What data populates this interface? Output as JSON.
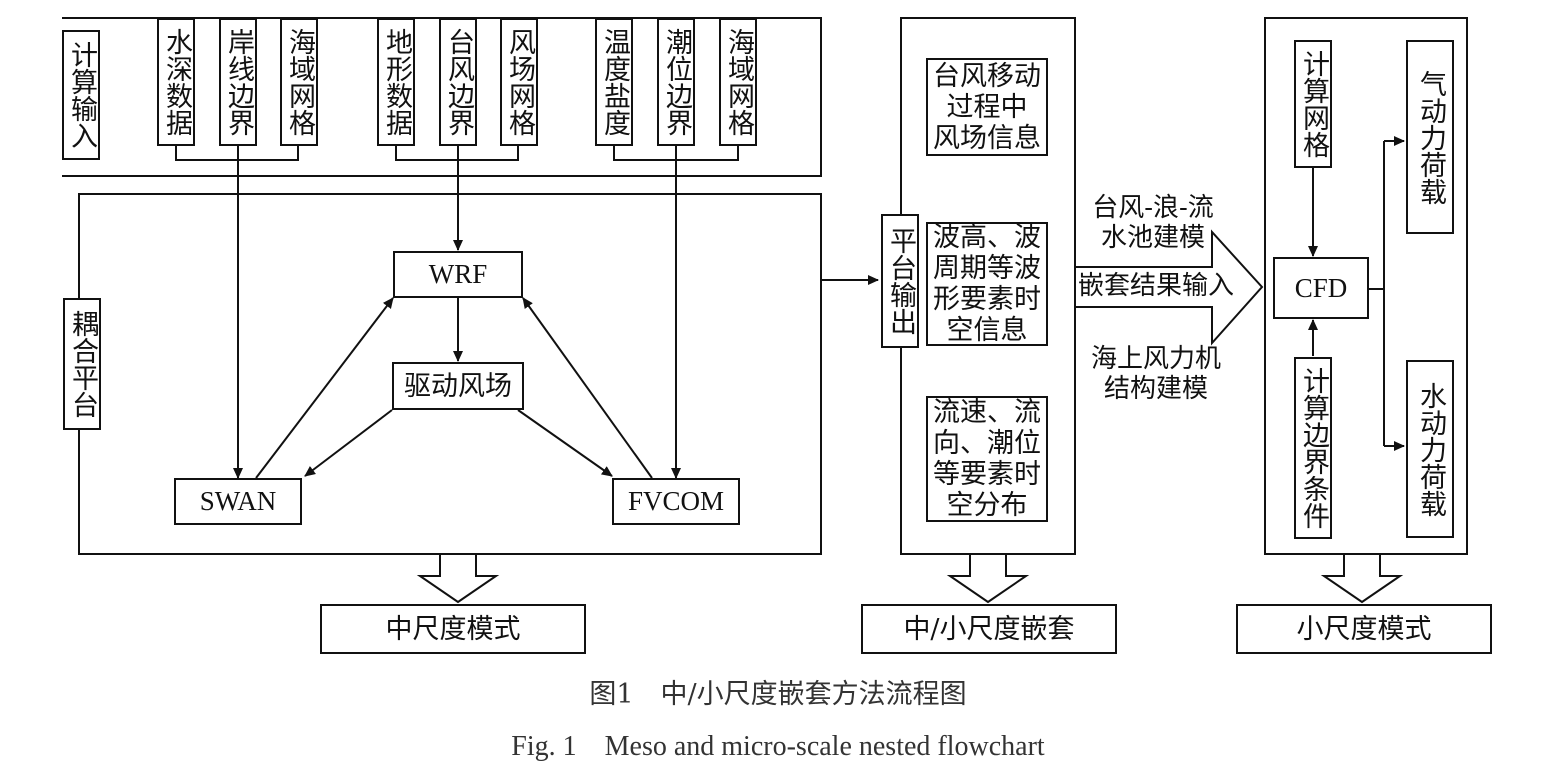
{
  "input_label": "计算输入",
  "inputs": [
    "水深数据",
    "岸线边界",
    "海域网格",
    "地形数据",
    "台风边界",
    "风场网格",
    "温度盐度",
    "潮位边界",
    "海域网格"
  ],
  "coupling_label": "耦合平台",
  "nodes": {
    "wrf": "WRF",
    "wind": "驱动风场",
    "swan": "SWAN",
    "fvcom": "FVCOM"
  },
  "platform_output": "平台输出",
  "outputs": [
    "台风移动\n过程中\n风场信息",
    "波高、波\n周期等波\n形要素时\n空信息",
    "流速、流\n向、潮位\n等要素时\n空分布"
  ],
  "arrow_text": {
    "top": "台风-浪-流\n水池建模",
    "middle": "嵌套结果输入",
    "bottom": "海上风力机\n结构建模"
  },
  "cfd": {
    "grid": "计算网格",
    "core": "CFD",
    "boundary": "计算边界条件",
    "aero": "气动力荷载",
    "hydro": "水动力荷载"
  },
  "bottom_labels": [
    "中尺度模式",
    "中/小尺度嵌套",
    "小尺度模式"
  ],
  "caption_cn": "图1　中/小尺度嵌套方法流程图",
  "caption_en": "Fig. 1　Meso and micro-scale nested flowchart"
}
